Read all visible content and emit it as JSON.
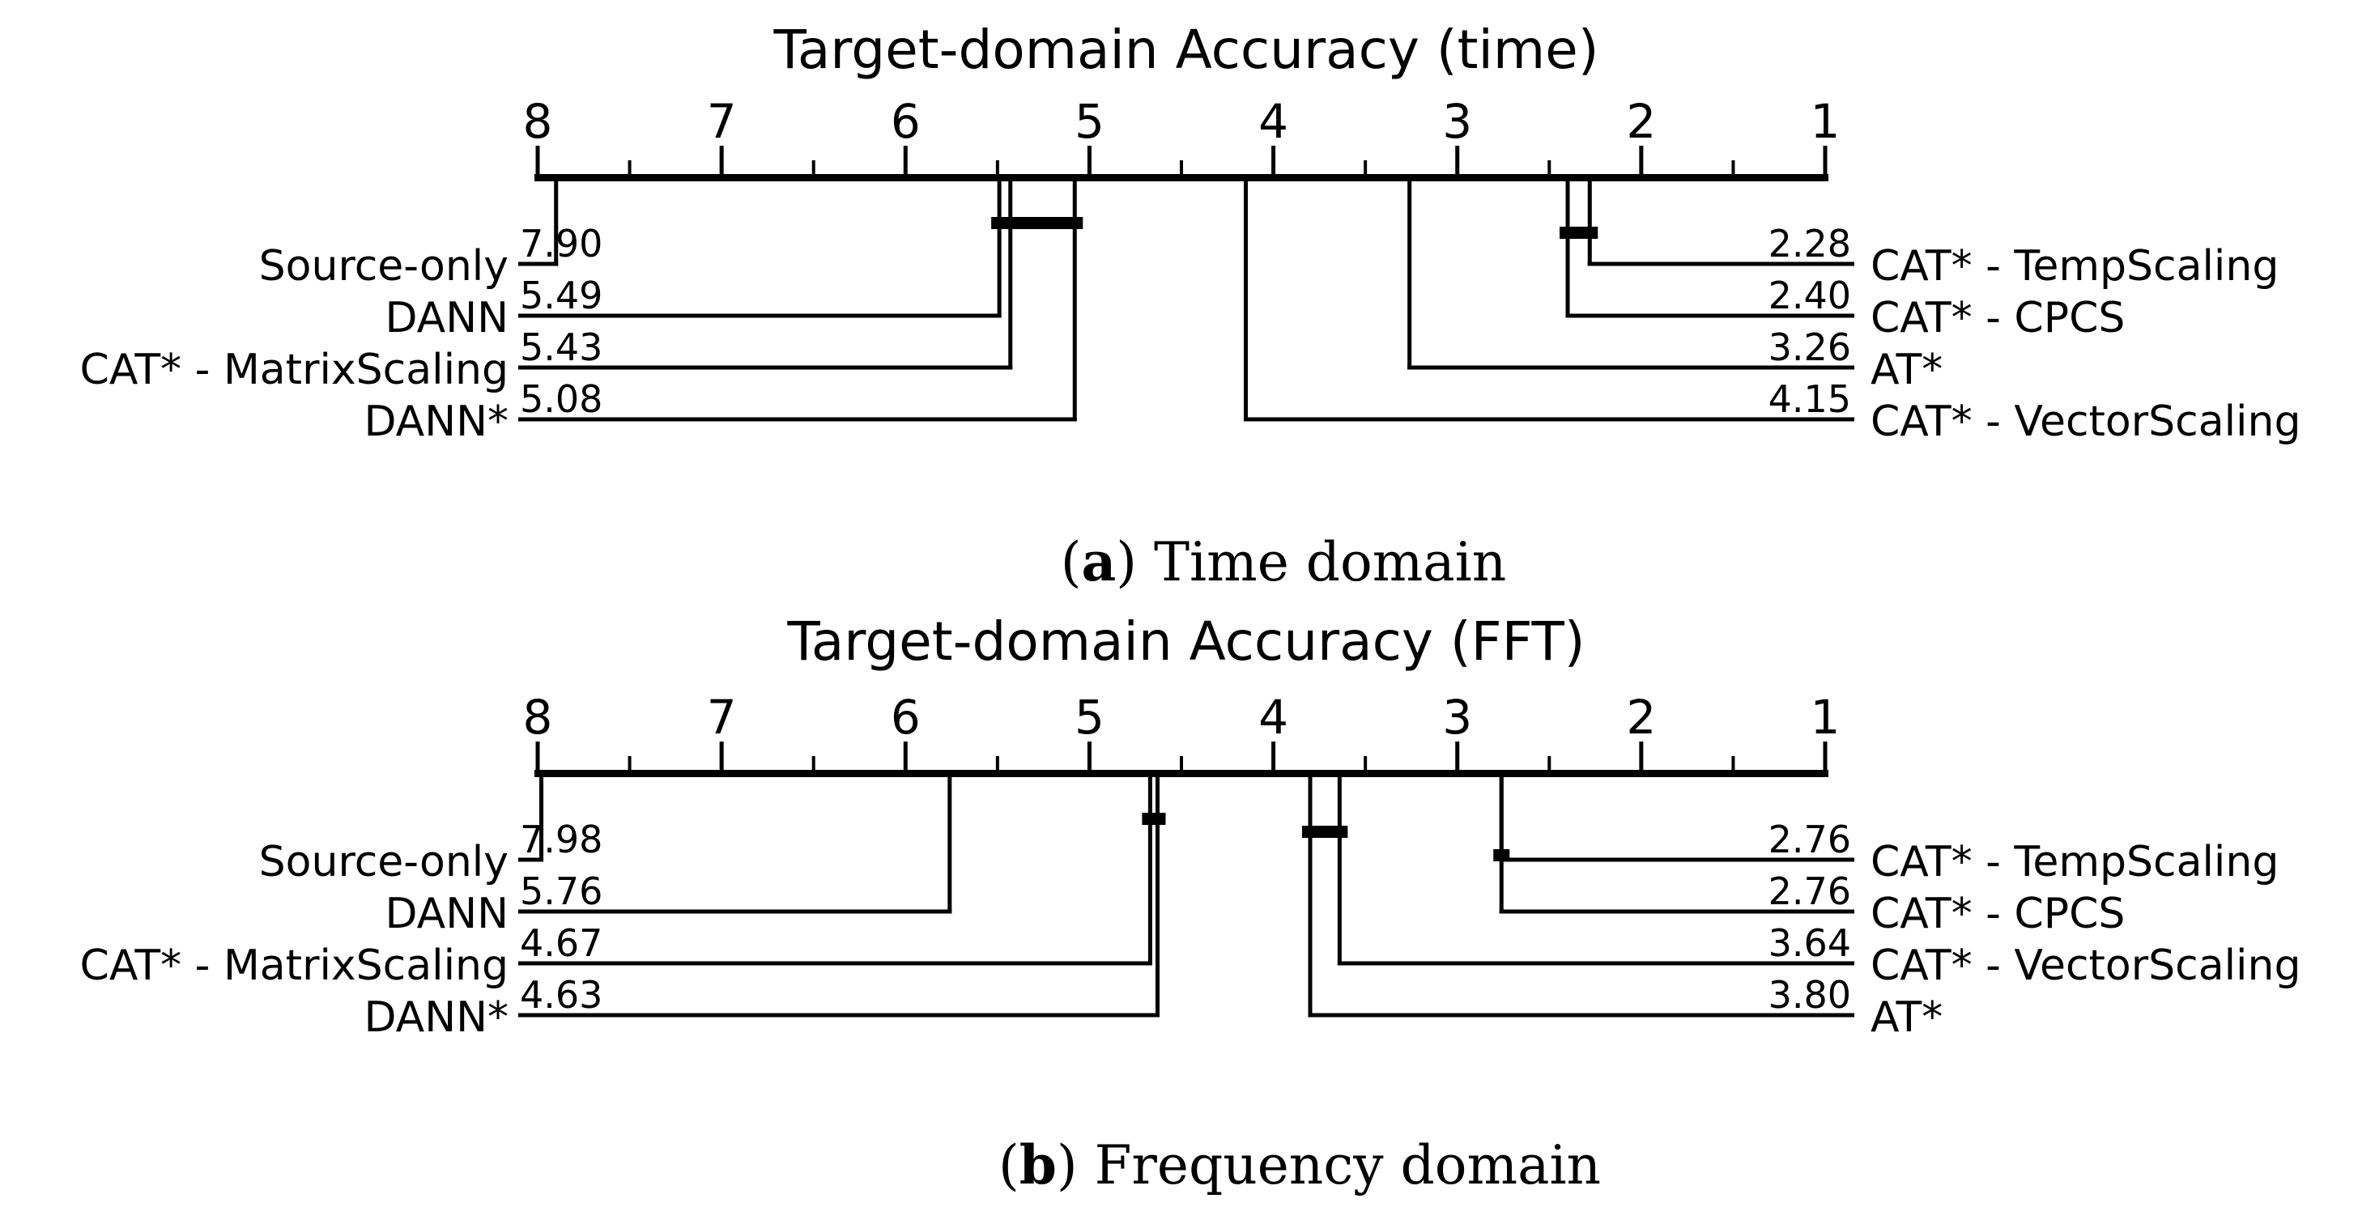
{
  "page": {
    "background": "#ffffff",
    "ink": "#000000"
  },
  "figure": {
    "captions": {
      "a": {
        "open": "(",
        "letter": "a",
        "rest": ") Time domain"
      },
      "b": {
        "open": "(",
        "letter": "b",
        "rest": ") Frequency domain"
      }
    }
  },
  "chart_data": [
    {
      "type": "cd-diagram",
      "title": "Target-domain Accuracy (time)",
      "caption": "(a) Time domain",
      "axis": {
        "max": 8,
        "min": 1,
        "major_ticks": [
          8,
          7,
          6,
          5,
          4,
          3,
          2,
          1
        ],
        "minor_tick_step": 0.5,
        "orientation": "rank-descending-left-to-right",
        "grid": false
      },
      "methods_left": [
        {
          "label": "Source-only",
          "rank": 7.9,
          "rank_label": "7.90"
        },
        {
          "label": "DANN",
          "rank": 5.49,
          "rank_label": "5.49"
        },
        {
          "label": "CAT* - MatrixScaling",
          "rank": 5.43,
          "rank_label": "5.43"
        },
        {
          "label": "DANN*",
          "rank": 5.08,
          "rank_label": "5.08"
        }
      ],
      "methods_right": [
        {
          "label": "CAT* - TempScaling",
          "rank": 2.28,
          "rank_label": "2.28"
        },
        {
          "label": "CAT* - CPCS",
          "rank": 2.4,
          "rank_label": "2.40"
        },
        {
          "label": "AT*",
          "rank": 3.26,
          "rank_label": "3.26"
        },
        {
          "label": "CAT* - VectorScaling",
          "rank": 4.15,
          "rank_label": "4.15"
        }
      ],
      "cliques": [
        {
          "members": [
            "DANN",
            "CAT* - MatrixScaling",
            "DANN*"
          ],
          "from": 5.49,
          "to": 5.08
        },
        {
          "members": [
            "CAT* - CPCS",
            "CAT* - TempScaling"
          ],
          "from": 2.4,
          "to": 2.28
        }
      ]
    },
    {
      "type": "cd-diagram",
      "title": "Target-domain Accuracy (FFT)",
      "caption": "(b) Frequency domain",
      "axis": {
        "max": 8,
        "min": 1,
        "major_ticks": [
          8,
          7,
          6,
          5,
          4,
          3,
          2,
          1
        ],
        "minor_tick_step": 0.5,
        "orientation": "rank-descending-left-to-right",
        "grid": false
      },
      "methods_left": [
        {
          "label": "Source-only",
          "rank": 7.98,
          "rank_label": "7.98"
        },
        {
          "label": "DANN",
          "rank": 5.76,
          "rank_label": "5.76"
        },
        {
          "label": "CAT* - MatrixScaling",
          "rank": 4.67,
          "rank_label": "4.67"
        },
        {
          "label": "DANN*",
          "rank": 4.63,
          "rank_label": "4.63"
        }
      ],
      "methods_right": [
        {
          "label": "CAT* - TempScaling",
          "rank": 2.76,
          "rank_label": "2.76"
        },
        {
          "label": "CAT* - CPCS",
          "rank": 2.76,
          "rank_label": "2.76"
        },
        {
          "label": "CAT* - VectorScaling",
          "rank": 3.64,
          "rank_label": "3.64"
        },
        {
          "label": "AT*",
          "rank": 3.8,
          "rank_label": "3.80"
        }
      ],
      "cliques": [
        {
          "members": [
            "CAT* - MatrixScaling",
            "DANN*"
          ],
          "from": 4.67,
          "to": 4.63
        },
        {
          "members": [
            "AT*",
            "CAT* - VectorScaling"
          ],
          "from": 3.8,
          "to": 3.64
        },
        {
          "members": [
            "CAT* - TempScaling",
            "CAT* - CPCS"
          ],
          "from": 2.76,
          "to": 2.76
        }
      ]
    }
  ]
}
